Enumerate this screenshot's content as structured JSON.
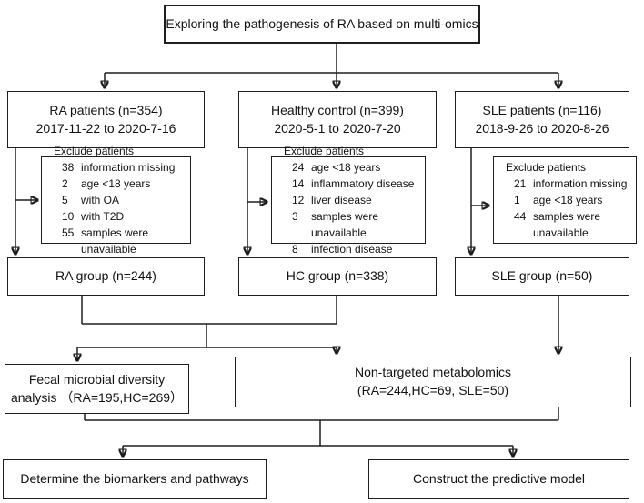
{
  "diagram": {
    "title": "Exploring the pathogenesis of RA based on multi-omics"
  },
  "cohorts": [
    {
      "name": "RA patients (n=354)",
      "period": "2017-11-22 to 2020-7-16",
      "exclude_header": "Exclude patients",
      "exclusions": [
        {
          "n": "38",
          "reason": "information missing"
        },
        {
          "n": "2",
          "reason": "age <18 years"
        },
        {
          "n": "5",
          "reason": "with OA"
        },
        {
          "n": "10",
          "reason": "with T2D"
        },
        {
          "n": "55",
          "reason": "samples were unavailable"
        }
      ],
      "group": "RA group (n=244)"
    },
    {
      "name": "Healthy control (n=399)",
      "period": "2020-5-1 to 2020-7-20",
      "exclude_header": "Exclude patients",
      "exclusions": [
        {
          "n": "24",
          "reason": "age <18 years"
        },
        {
          "n": "14",
          "reason": "inflammatory disease"
        },
        {
          "n": "12",
          "reason": "liver disease"
        },
        {
          "n": "3",
          "reason": "samples were unavailable"
        },
        {
          "n": "8",
          "reason": "infection disease"
        }
      ],
      "group": "HC group (n=338)"
    },
    {
      "name": "SLE patients (n=116)",
      "period": "2018-9-26 to 2020-8-26",
      "exclude_header": "Exclude patients",
      "exclusions": [
        {
          "n": "21",
          "reason": "information missing"
        },
        {
          "n": "1",
          "reason": "age <18 years"
        },
        {
          "n": "44",
          "reason": "samples were unavailable"
        }
      ],
      "group": "SLE group (n=50)"
    }
  ],
  "analyses": {
    "fecal_line1": "Fecal microbial diversity",
    "fecal_line2": "analysis （RA=195,HC=269）",
    "metabolomics_line1": "Non-targeted metabolomics",
    "metabolomics_line2": "(RA=244,HC=69, SLE=50)"
  },
  "outcomes": {
    "biomarkers": "Determine the biomarkers and pathways",
    "model": "Construct the predictive model"
  },
  "colors": {
    "line": "#1e1e1e",
    "background": "#ffffff"
  }
}
